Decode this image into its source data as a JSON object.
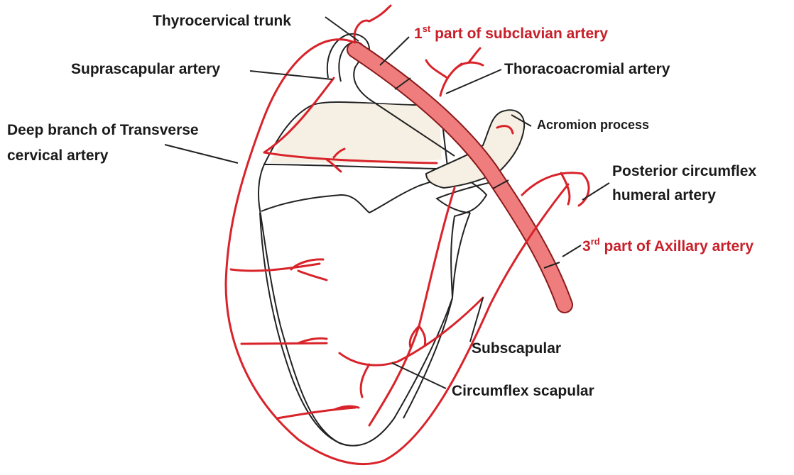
{
  "colors": {
    "artery": "#d8232a",
    "artery_fill": "#ef7d7d",
    "bone_fill": "#f6f0e4",
    "outline": "#222222",
    "label_red": "#c8202a",
    "label_dark": "#1a1a1a"
  },
  "labels": {
    "thyrocervical": "Thyrocervical trunk",
    "subclavian_num": "1",
    "subclavian_sup": "st",
    "subclavian_rest": " part of subclavian artery",
    "suprascapular": "Suprascapular artery",
    "thoracoacromial": "Thoracoacromial artery",
    "deep_branch_1": "Deep branch of Transverse",
    "deep_branch_2": "cervical artery",
    "acromion": "Acromion process",
    "posterior_circ_1": "Posterior circumflex",
    "posterior_circ_2": "humeral artery",
    "axillary_num": "3",
    "axillary_sup": "rd",
    "axillary_rest": " part of Axillary artery",
    "subscapular": "Subscapular",
    "circumflex_scapular": "Circumflex scapular"
  }
}
